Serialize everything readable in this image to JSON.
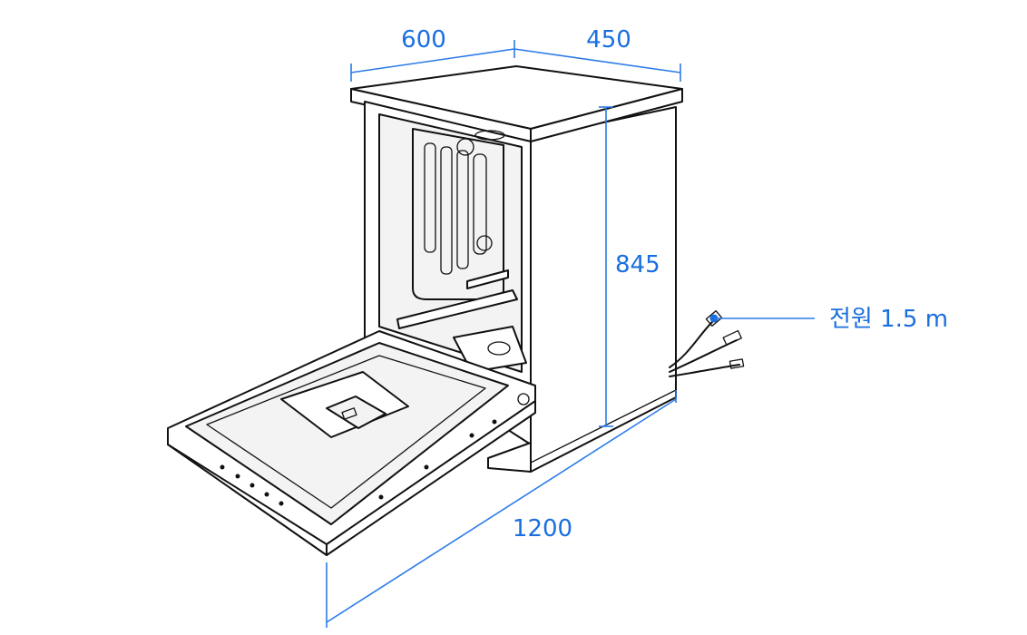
{
  "dimensions": {
    "width": "600",
    "depth": "450",
    "height": "845",
    "door_open_depth": "1200",
    "power_cord": "전원 1.5 m"
  },
  "colors": {
    "dimension": "#1a6fe0",
    "outline": "#111111",
    "background": "#ffffff"
  }
}
